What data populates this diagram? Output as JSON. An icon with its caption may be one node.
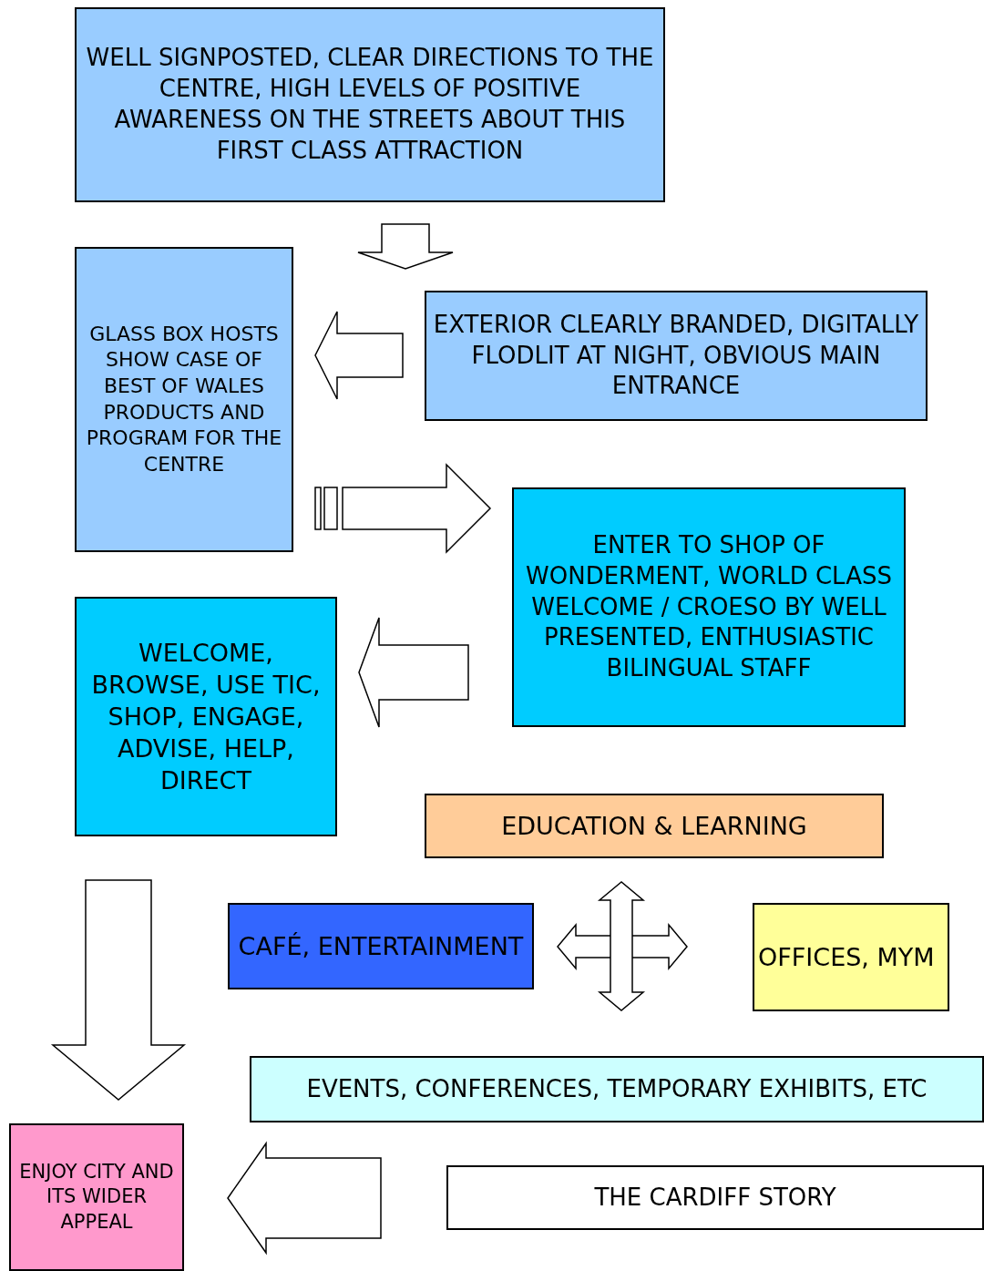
{
  "diagram": {
    "nodes": [
      {
        "text": [
          "WELL SIGNPOSTED, CLEAR DIRECTIONS TO THE CENTRE, HIGH LEVELS OF POSITIVE AWARENESS ON THE STREETS ABOUT THIS FIRST CLASS ATTRACTION"
        ]
      },
      {
        "text": [
          "GLASS BOX HOSTS SHOW CASE OF BEST OF WALES PRODUCTS AND PROGRAM FOR THE CENTRE"
        ]
      },
      {
        "text": [
          "EXTERIOR CLEARLY BRANDED, DIGITALLY FLODLIT AT NIGHT, OBVIOUS MAIN ENTRANCE"
        ]
      },
      {
        "text": [
          "ENTER TO SHOP OF WONDERMENT, WORLD CLASS WELCOME / CROESO BY WELL PRESENTED, ENTHUSIASTIC BILINGUAL STAFF"
        ]
      },
      {
        "text": [
          "WELCOME, BROWSE, USE TIC, SHOP, ENGAGE, ADVISE, HELP, DIRECT"
        ]
      },
      {
        "text": [
          "EDUCATION & LEARNING"
        ]
      },
      {
        "text": [
          "CAFÉ, ENTERTAINMENT"
        ]
      },
      {
        "text": [
          "OFFICES, MYM"
        ]
      },
      {
        "text": [
          "EVENTS, CONFERENCES, TEMPORARY EXHIBITS, ETC"
        ]
      },
      {
        "text": [
          "ENJOY CITY AND ITS WIDER APPEAL"
        ]
      },
      {
        "text": [
          "THE CARDIFF STORY"
        ]
      }
    ],
    "edges": [
      {
        "from": 0,
        "to": 2,
        "arrow": "to"
      },
      {
        "from": 2,
        "to": 1,
        "arrow": "to"
      },
      {
        "from": 1,
        "to": 3,
        "arrow": "to"
      },
      {
        "from": 3,
        "to": 4,
        "arrow": "to"
      },
      {
        "from": 4,
        "to": 9,
        "arrow": "to"
      },
      {
        "from": 6,
        "to": 7,
        "arrow": "both"
      },
      {
        "from": 5,
        "to": 8,
        "arrow": "both"
      },
      {
        "from": 10,
        "to": 9,
        "arrow": "to"
      }
    ]
  }
}
